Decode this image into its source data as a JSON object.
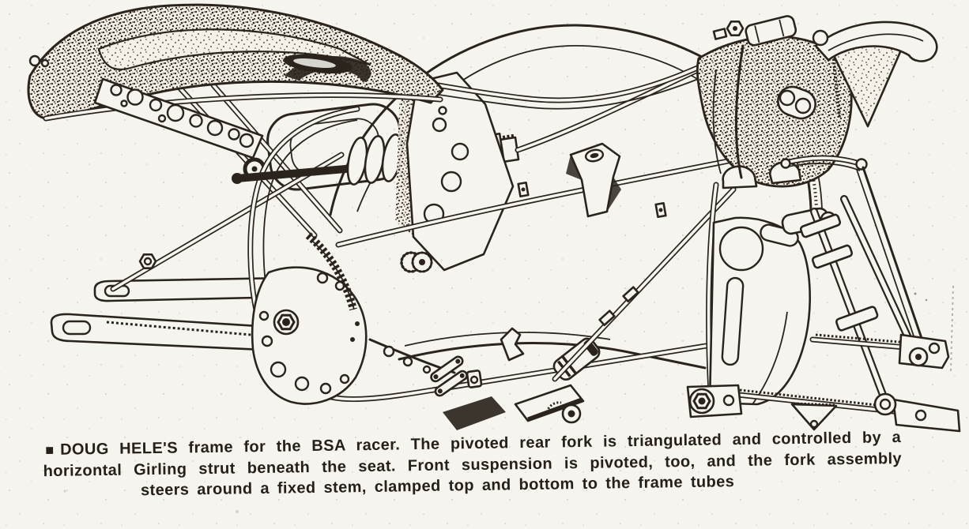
{
  "page": {
    "background_color": "#f6f4ef",
    "ink_color": "#2a241d"
  },
  "caption": {
    "bullet_glyph": "■",
    "lines": [
      "DOUG HELE'S frame for the BSA racer. The pivoted rear fork is triangulated and controlled by a",
      "horizontal Girling strut beneath the seat. Front suspension is pivoted, too, and the fork assembly",
      "steers around a fixed stem, clamped top and bottom to the frame tubes"
    ]
  }
}
